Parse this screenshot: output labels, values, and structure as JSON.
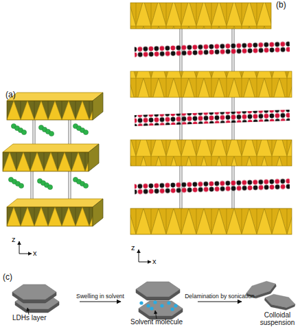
{
  "diagram": {
    "nodes": [
      {
        "text": [
          "LDHs layer"
        ]
      },
      {
        "text": [
          "Solvent molecule"
        ]
      },
      {
        "text": [
          "Colloidal suspension"
        ]
      }
    ],
    "edges": [
      {
        "from": 0,
        "to": 1,
        "arrow": "to",
        "label": "Swelling in solvent"
      },
      {
        "from": 1,
        "to": 2,
        "arrow": "to",
        "label": "Delamination by sonication"
      }
    ],
    "labels": [
      "(a)",
      "(b)",
      "(c)",
      "z",
      "x",
      "z",
      "x"
    ]
  }
}
